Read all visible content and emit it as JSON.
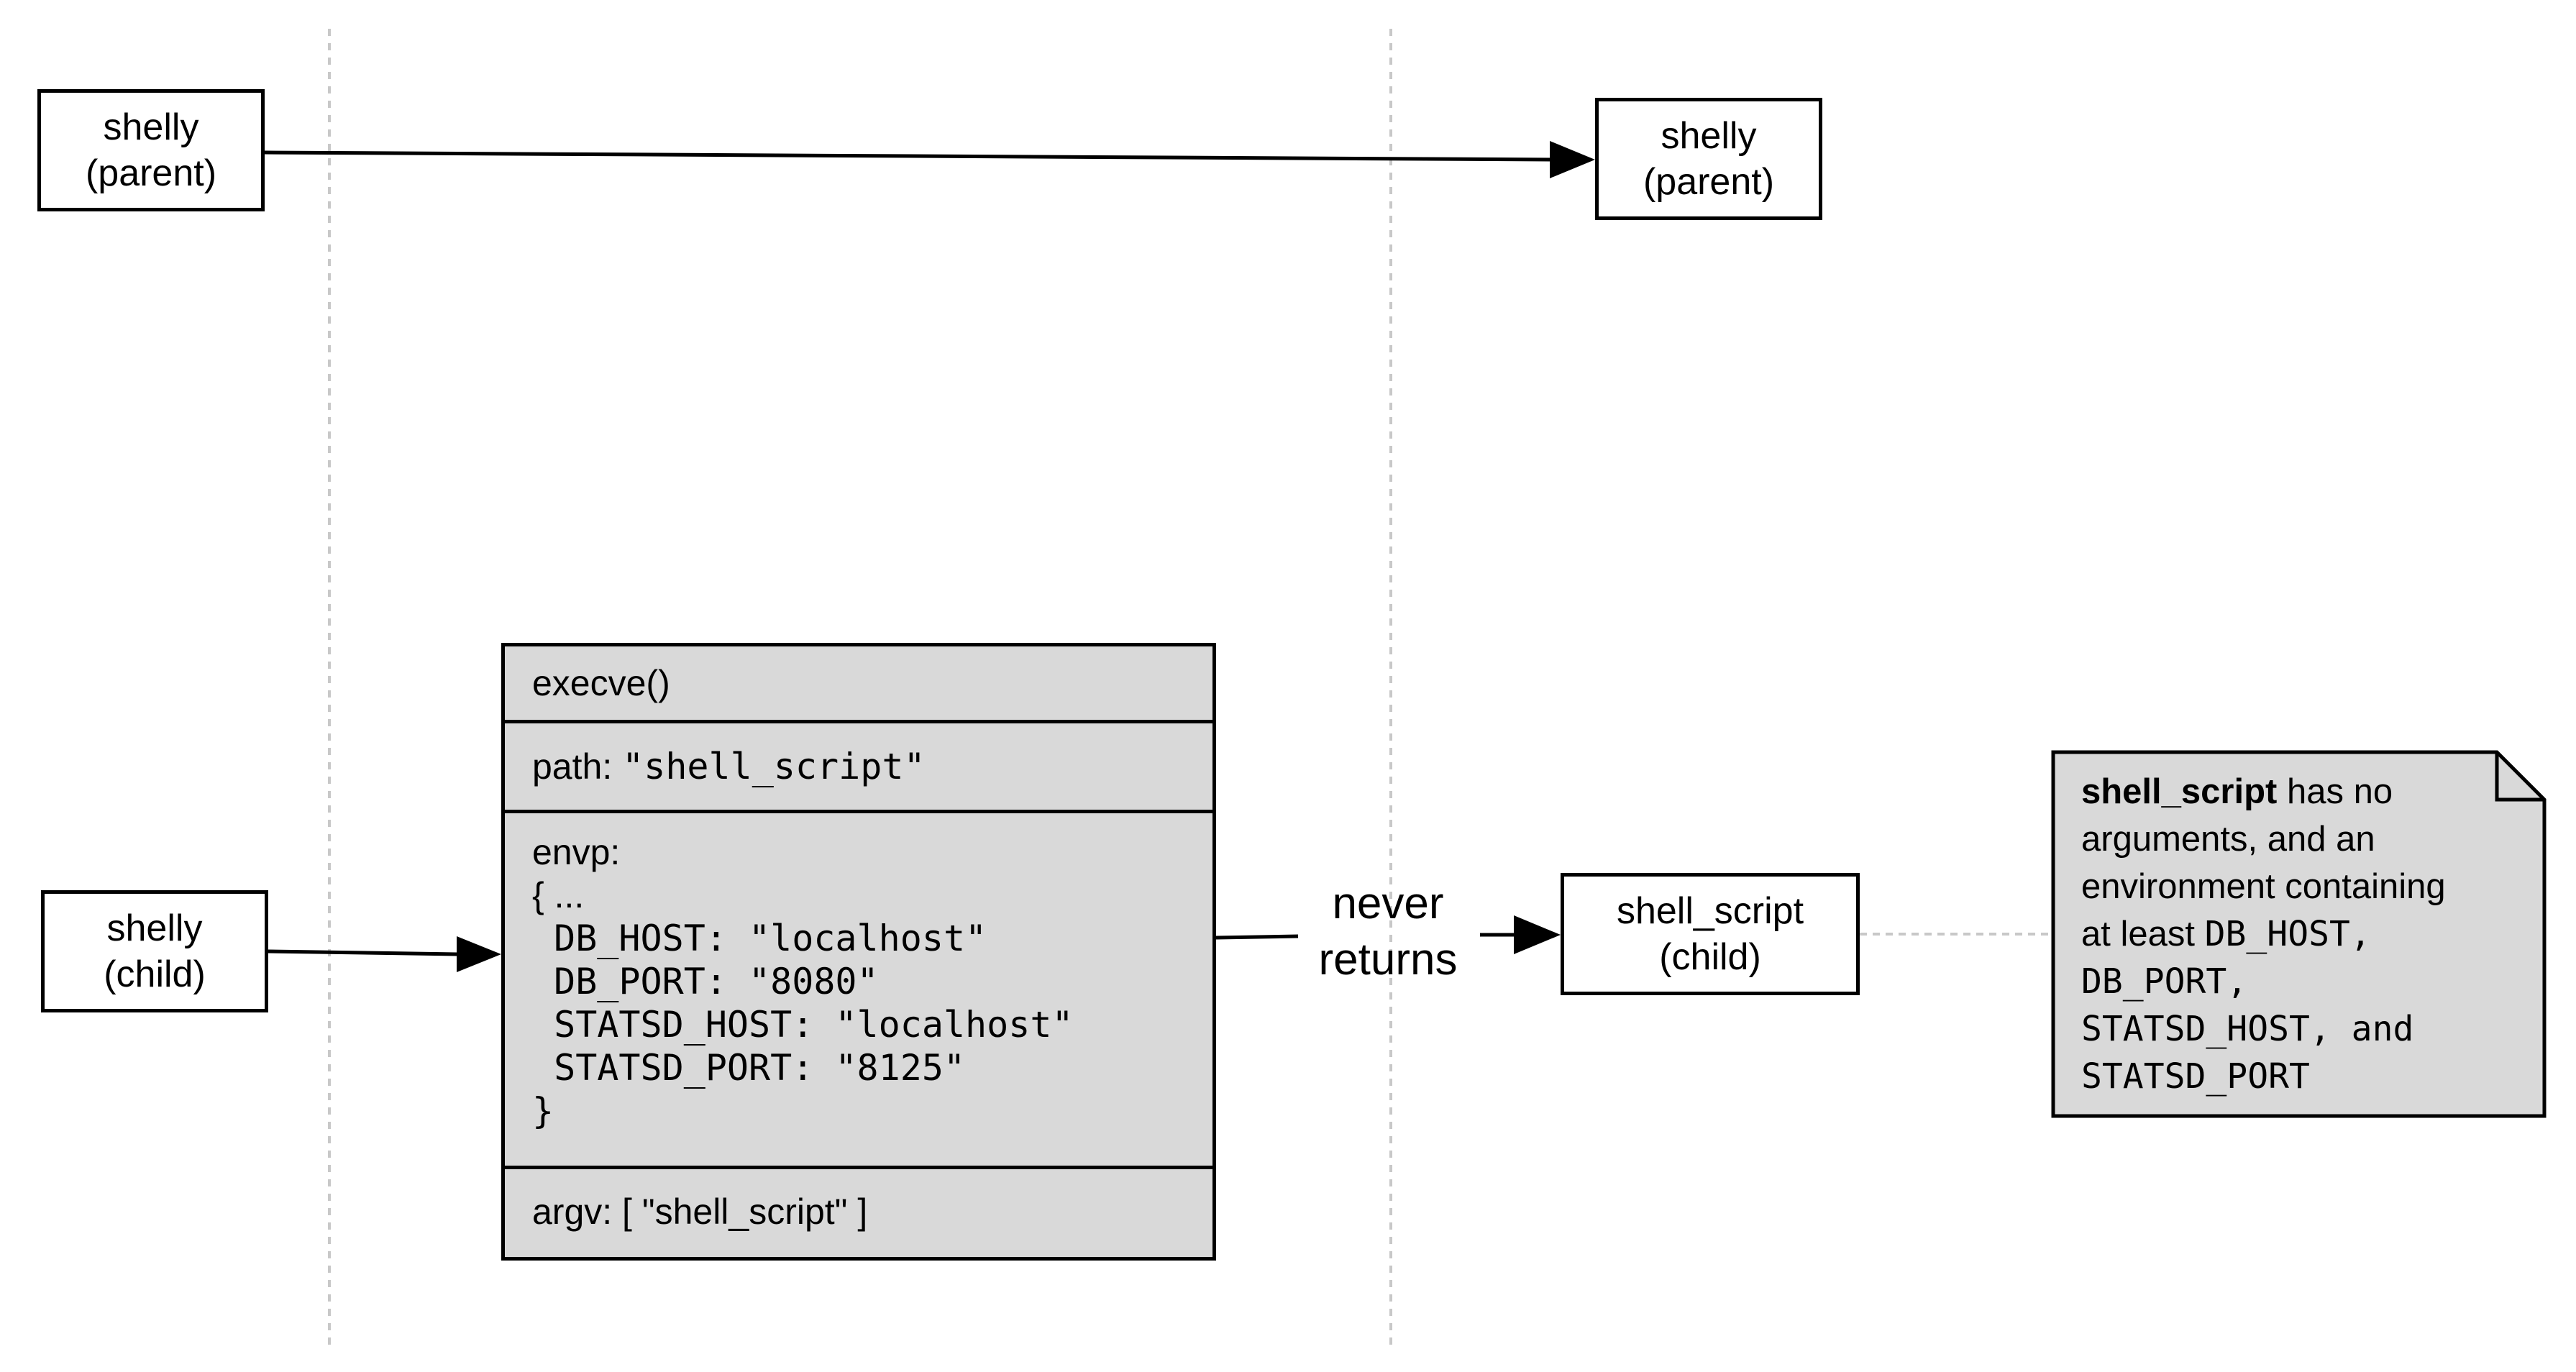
{
  "nodes": {
    "parent_left": {
      "line1": "shelly",
      "line2": "(parent)"
    },
    "parent_right": {
      "line1": "shelly",
      "line2": "(parent)"
    },
    "child_left": {
      "line1": "shelly",
      "line2": "(child)"
    },
    "shell_script_child": {
      "line1": "shell_script",
      "line2": "(child)"
    }
  },
  "execve": {
    "header": "execve()",
    "path_label": "path: ",
    "path_value": "\"shell_script\"",
    "envp_label": "envp:",
    "envp_open": "{ ...",
    "envp_entries": [
      " DB_HOST: \"localhost\"",
      " DB_PORT: \"8080\"",
      " STATSD_HOST: \"localhost\"",
      " STATSD_PORT: \"8125\""
    ],
    "envp_close": "}",
    "argv": "argv: [ \"shell_script\" ]"
  },
  "edge_label": {
    "line1": "never",
    "line2": "returns"
  },
  "note": {
    "bold": "shell_script",
    "text1": " has no",
    "text2": "arguments, and an",
    "text3": "environment containing",
    "text4": "at least ",
    "mono1": "DB_HOST,",
    "mono2": "DB_PORT,",
    "mono3": "STATSD_HOST,",
    "text5": " and",
    "mono4": "STATSD_PORT"
  },
  "colors": {
    "fill_grey": "#d9d9d9",
    "stroke": "#000000",
    "guide": "#c8c8c8"
  }
}
